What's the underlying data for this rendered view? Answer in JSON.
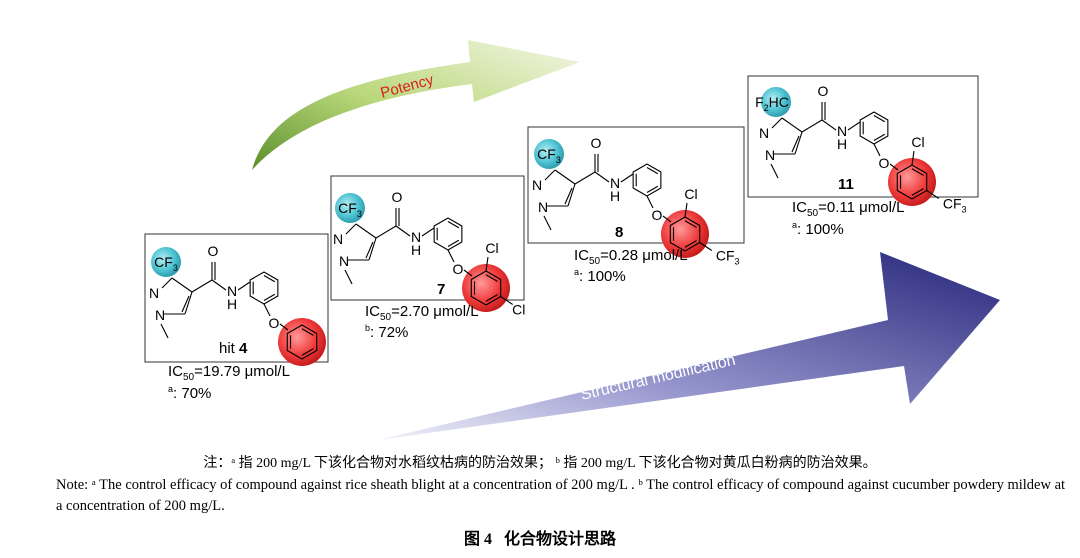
{
  "arrows": {
    "potency_label": "Potency",
    "structural_label": "Structural modification"
  },
  "compounds": [
    {
      "id": "hit 4",
      "name_prefix": "hit ",
      "name_number": "4",
      "ic50_prefix": "IC",
      "ic50_sub": "50",
      "ic50_value": "=19.79 μmol/L",
      "efficacy_mark": "a",
      "efficacy_value": ": 70%",
      "top_group": "CF3",
      "substituents": []
    },
    {
      "id": "7",
      "name_number": "7",
      "ic50_prefix": "IC",
      "ic50_sub": "50",
      "ic50_value": "=2.70 μmol/L",
      "efficacy_mark": "b",
      "efficacy_value": ": 72%",
      "top_group": "CF3",
      "substituents": [
        "Cl",
        "Cl"
      ]
    },
    {
      "id": "8",
      "name_number": "8",
      "ic50_prefix": "IC",
      "ic50_sub": "50",
      "ic50_value": "=0.28 μmol/L",
      "efficacy_mark": "a",
      "efficacy_value": ": 100%",
      "top_group": "CF3",
      "substituents": [
        "Cl",
        "CF3"
      ]
    },
    {
      "id": "11",
      "name_number": "11",
      "ic50_prefix": "IC",
      "ic50_sub": "50",
      "ic50_value": "=0.11 μmol/L",
      "efficacy_mark": "a",
      "efficacy_value": ": 100%",
      "top_group": "F2HC",
      "substituents": [
        "Cl",
        "CF3"
      ]
    }
  ],
  "atoms": {
    "O": "O",
    "N": "N",
    "H": "H",
    "Cl": "Cl",
    "CF": "CF",
    "three": "3",
    "F": "F",
    "two": "2",
    "HC": "HC"
  },
  "colors": {
    "red_highlight": "#e8232b",
    "cyan_highlight": "#3fb8c8",
    "green_arrow": "#8fbf4a",
    "purple_arrow": "#3a3a8c"
  },
  "notes": {
    "chinese": "注：ᵃ 指 200 mg/L 下该化合物对水稻纹枯病的防治效果；  ᵇ 指 200 mg/L 下该化合物对黄瓜白粉病的防治效果。",
    "english": "Note: ᵃ The control efficacy of compound against rice sheath blight at a concentration of 200 mg/L . ᵇ The control efficacy of compound against cucumber powdery mildew at a concentration of 200 mg/L."
  },
  "figure": {
    "number": "图 4",
    "title": "化合物设计思路"
  }
}
